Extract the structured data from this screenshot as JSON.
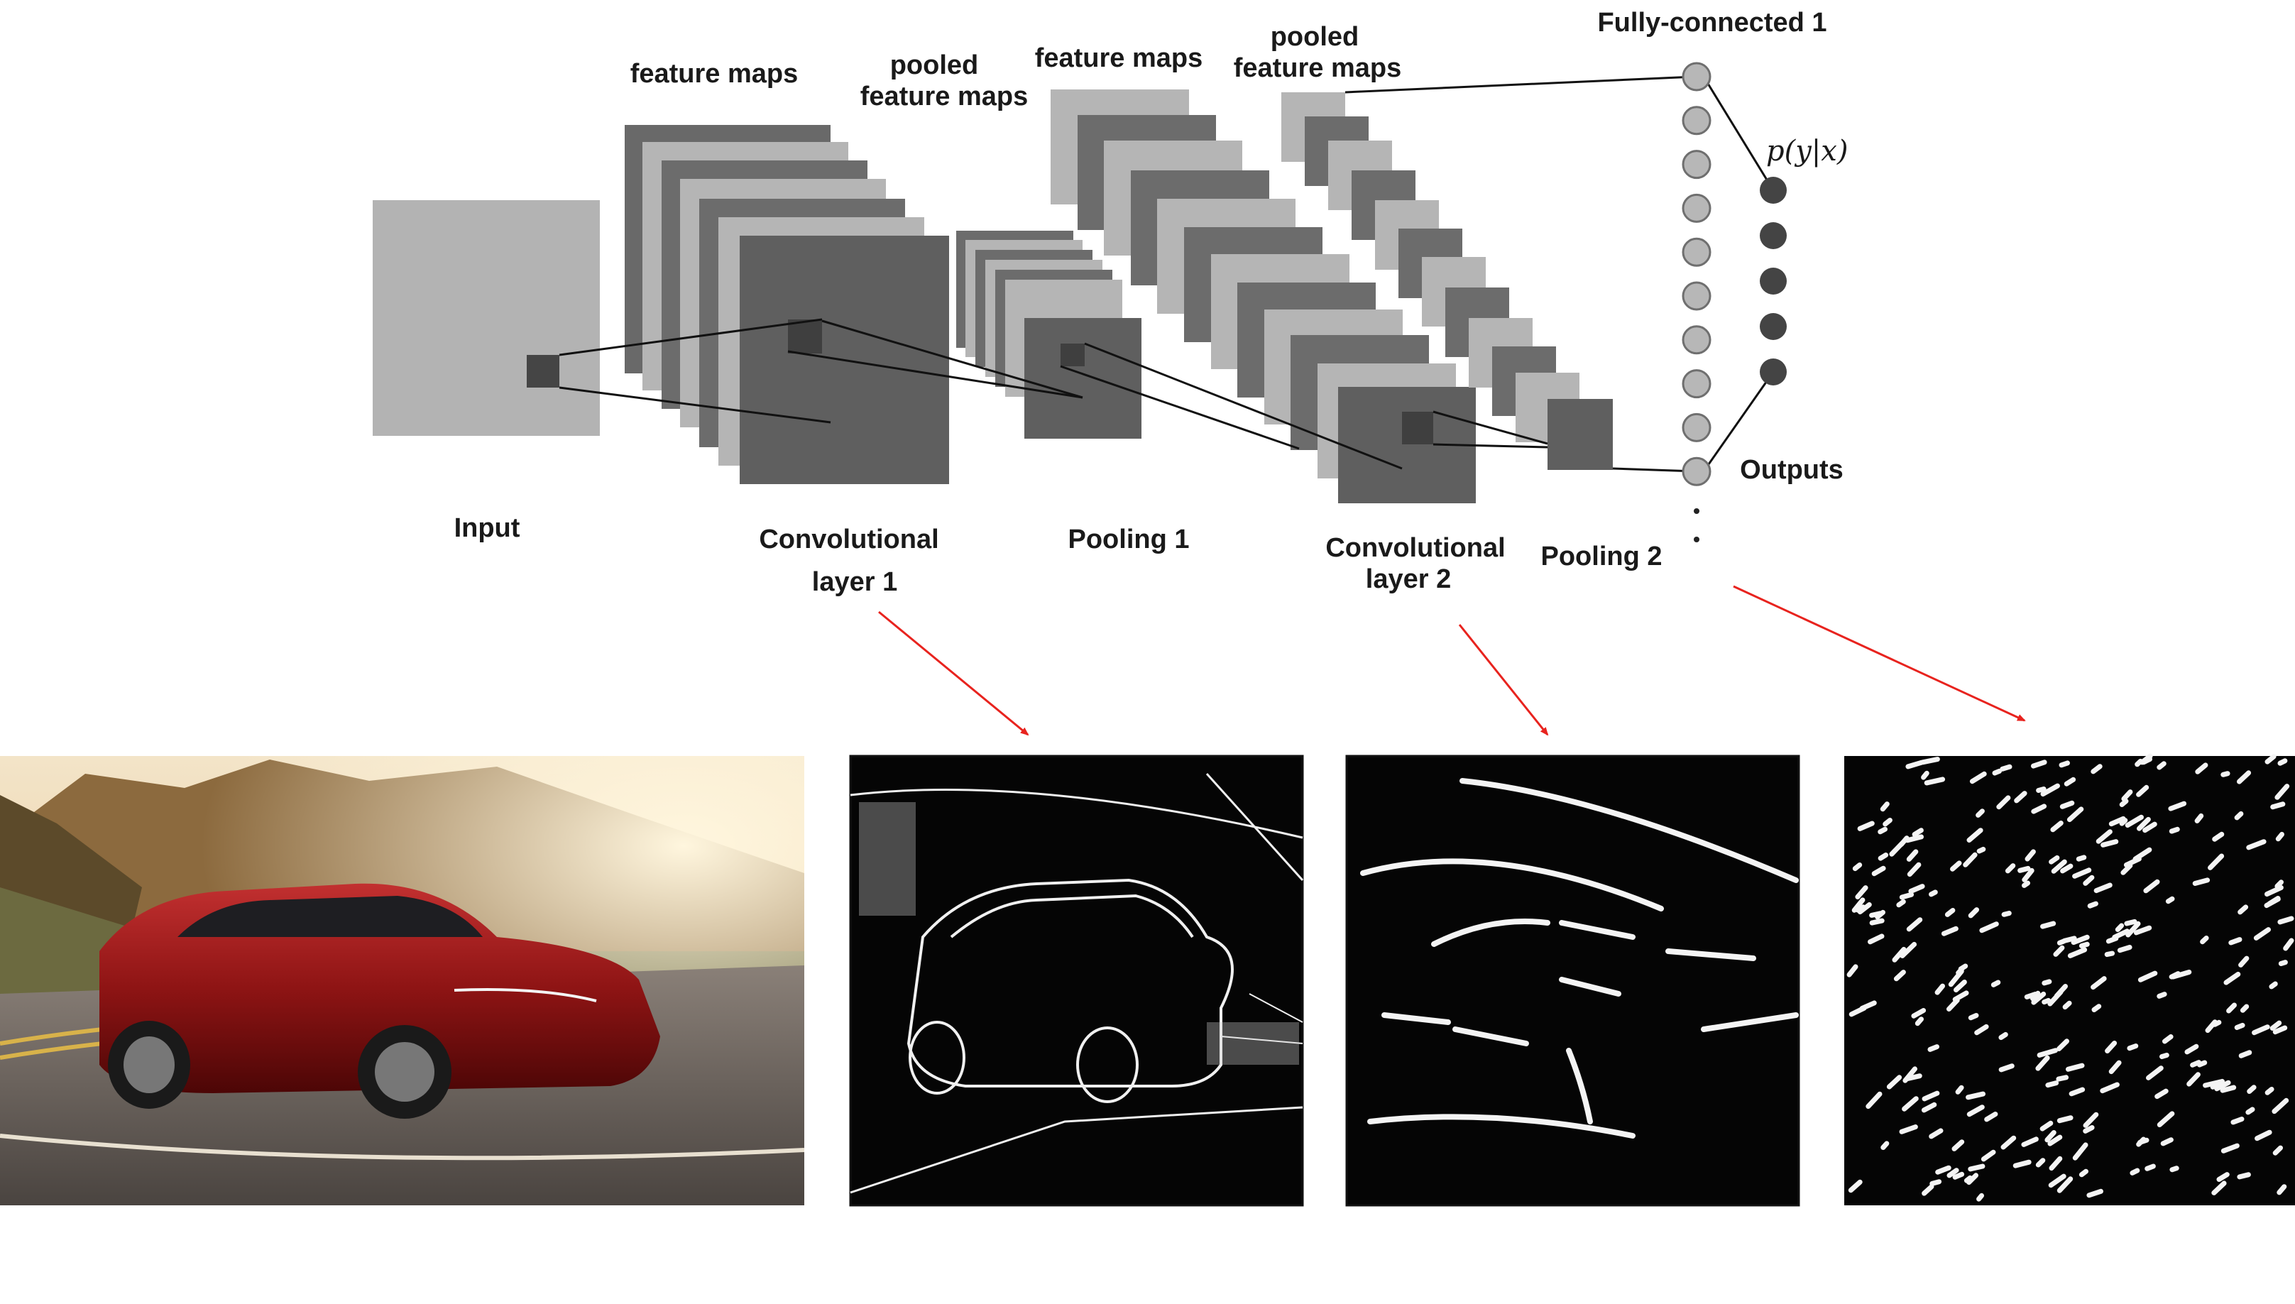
{
  "labels": {
    "input": "Input",
    "feature_maps_1": "feature maps",
    "pooled_1_line1": "pooled",
    "pooled_1_line2": "feature maps",
    "feature_maps_2": "feature maps",
    "pooled_2_line1": "pooled",
    "pooled_2_line2": "feature maps",
    "fully_connected": "Fully-connected 1",
    "probability": "p(y|x)",
    "outputs": "Outputs",
    "conv1_line1": "Convolutional",
    "conv1_line2": "layer 1",
    "pooling1": "Pooling 1",
    "conv2_line1": "Convolutional",
    "conv2_line2": "layer 2",
    "pooling2": "Pooling 2"
  },
  "fc_node_count": 10,
  "output_node_count": 5,
  "photos": [
    {
      "name": "car-photo",
      "kind": "color"
    },
    {
      "name": "feature-visualization-conv1",
      "kind": "edges"
    },
    {
      "name": "feature-visualization-conv2",
      "kind": "edges"
    },
    {
      "name": "feature-visualization-fc",
      "kind": "edges"
    }
  ],
  "colors": {
    "map_light": "#b3b3b3",
    "map_dark": "#666666",
    "map_darker": "#4f4f4f",
    "fc_node": "#b7b7b7",
    "output_node": "#444444",
    "arrow": "#e8231e",
    "car_red": "#8e1414"
  }
}
